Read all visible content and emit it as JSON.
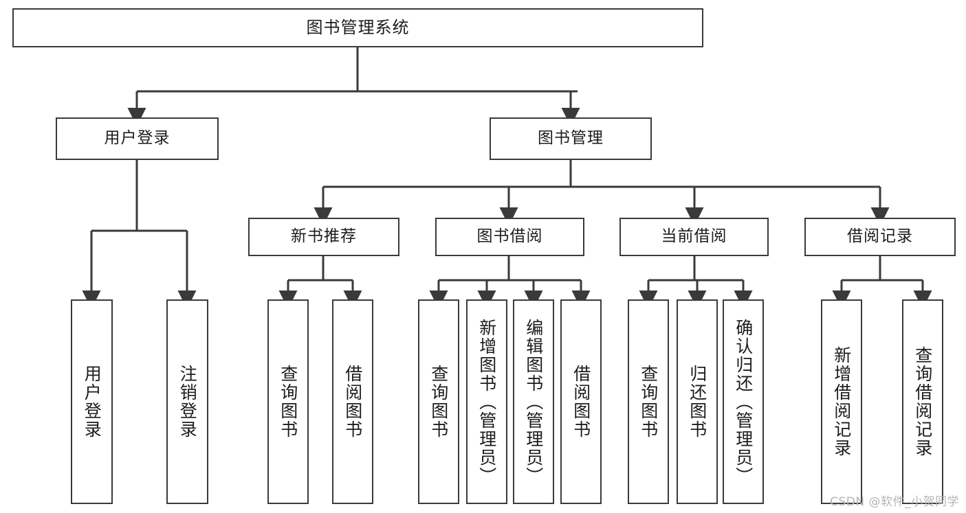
{
  "diagram": {
    "title": "图书管理系统",
    "type": "hierarchy-tree",
    "root": {
      "id": "root",
      "label": "图书管理系统"
    },
    "level2": [
      {
        "id": "user-login",
        "label": "用户登录"
      },
      {
        "id": "book-manage",
        "label": "图书管理"
      }
    ],
    "level3": [
      {
        "id": "new-book-recommend",
        "label": "新书推荐"
      },
      {
        "id": "book-borrow",
        "label": "图书借阅"
      },
      {
        "id": "current-borrow",
        "label": "当前借阅"
      },
      {
        "id": "borrow-record",
        "label": "借阅记录"
      }
    ],
    "leaves": [
      {
        "id": "leaf-user-login",
        "label": "用户登录",
        "parent": "user-login"
      },
      {
        "id": "leaf-logout-login",
        "label": "注销登录",
        "parent": "user-login"
      },
      {
        "id": "leaf-query-book-1",
        "label": "查询图书",
        "parent": "new-book-recommend"
      },
      {
        "id": "leaf-borrow-book-1",
        "label": "借阅图书",
        "parent": "new-book-recommend"
      },
      {
        "id": "leaf-query-book-2",
        "label": "查询图书",
        "parent": "book-borrow"
      },
      {
        "id": "leaf-add-book-admin",
        "label": "新增图书（管理员）",
        "parent": "book-borrow"
      },
      {
        "id": "leaf-edit-book-admin",
        "label": "编辑图书（管理员）",
        "parent": "book-borrow"
      },
      {
        "id": "leaf-borrow-book-2",
        "label": "借阅图书",
        "parent": "book-borrow"
      },
      {
        "id": "leaf-query-book-3",
        "label": "查询图书",
        "parent": "current-borrow"
      },
      {
        "id": "leaf-return-book",
        "label": "归还图书",
        "parent": "current-borrow"
      },
      {
        "id": "leaf-confirm-return-admin",
        "label": "确认归还（管理员）",
        "parent": "current-borrow"
      },
      {
        "id": "leaf-add-borrow-record",
        "label": "新增借阅记录",
        "parent": "borrow-record"
      },
      {
        "id": "leaf-query-borrow-record",
        "label": "查询借阅记录",
        "parent": "borrow-record"
      }
    ],
    "watermark": "CSDN @软件_小贺同学",
    "colors": {
      "stroke": "#3a3a3a",
      "text": "#1c1c1c",
      "background": "#ffffff",
      "watermark": "#b4b4b4"
    }
  }
}
